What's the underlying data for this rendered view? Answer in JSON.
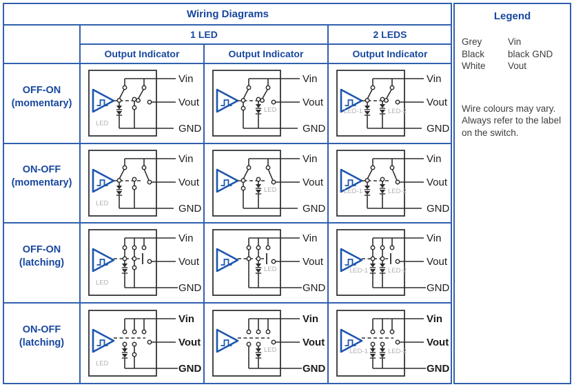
{
  "table": {
    "title": "Wiring Diagrams",
    "groups": [
      "1 LED",
      "2 LEDS"
    ],
    "subheader": "Output Indicator",
    "terminals": [
      "Vin",
      "Vout",
      "GND"
    ],
    "rows": [
      {
        "label1": "OFF-ON",
        "label2": "(momentary)",
        "variant": "momentary-offon",
        "bold_terminals": false
      },
      {
        "label1": "ON-OFF",
        "label2": "(momentary)",
        "variant": "momentary-onoff",
        "bold_terminals": false
      },
      {
        "label1": "OFF-ON",
        "label2": "(latching)",
        "variant": "latching-offon",
        "bold_terminals": false
      },
      {
        "label1": "ON-OFF",
        "label2": "(latching)",
        "variant": "latching-onoff",
        "bold_terminals": true
      }
    ],
    "columns": [
      {
        "led_config": "left",
        "leds": [
          "LED"
        ]
      },
      {
        "led_config": "middle",
        "leds": [
          "LED"
        ]
      },
      {
        "led_config": "dual",
        "leds": [
          "LED-1",
          "LED-2"
        ]
      }
    ]
  },
  "legend": {
    "title": "Legend",
    "entries": [
      {
        "name": "Grey",
        "value": "Vin"
      },
      {
        "name": "Black",
        "value": "black GND"
      },
      {
        "name": "White",
        "value": "Vout"
      }
    ],
    "note": "Wire colours may vary. Always refer to the label on the switch."
  },
  "colors": {
    "heading_blue": "#17479e",
    "border_blue": "#3060ae",
    "circuit": "#2d2d2d",
    "triangle_blue": "#1d55ad",
    "led_label_grey": "#b1b1b1",
    "legend_text": "#3d3d3d",
    "terminal_text": "#1c1c1c"
  }
}
